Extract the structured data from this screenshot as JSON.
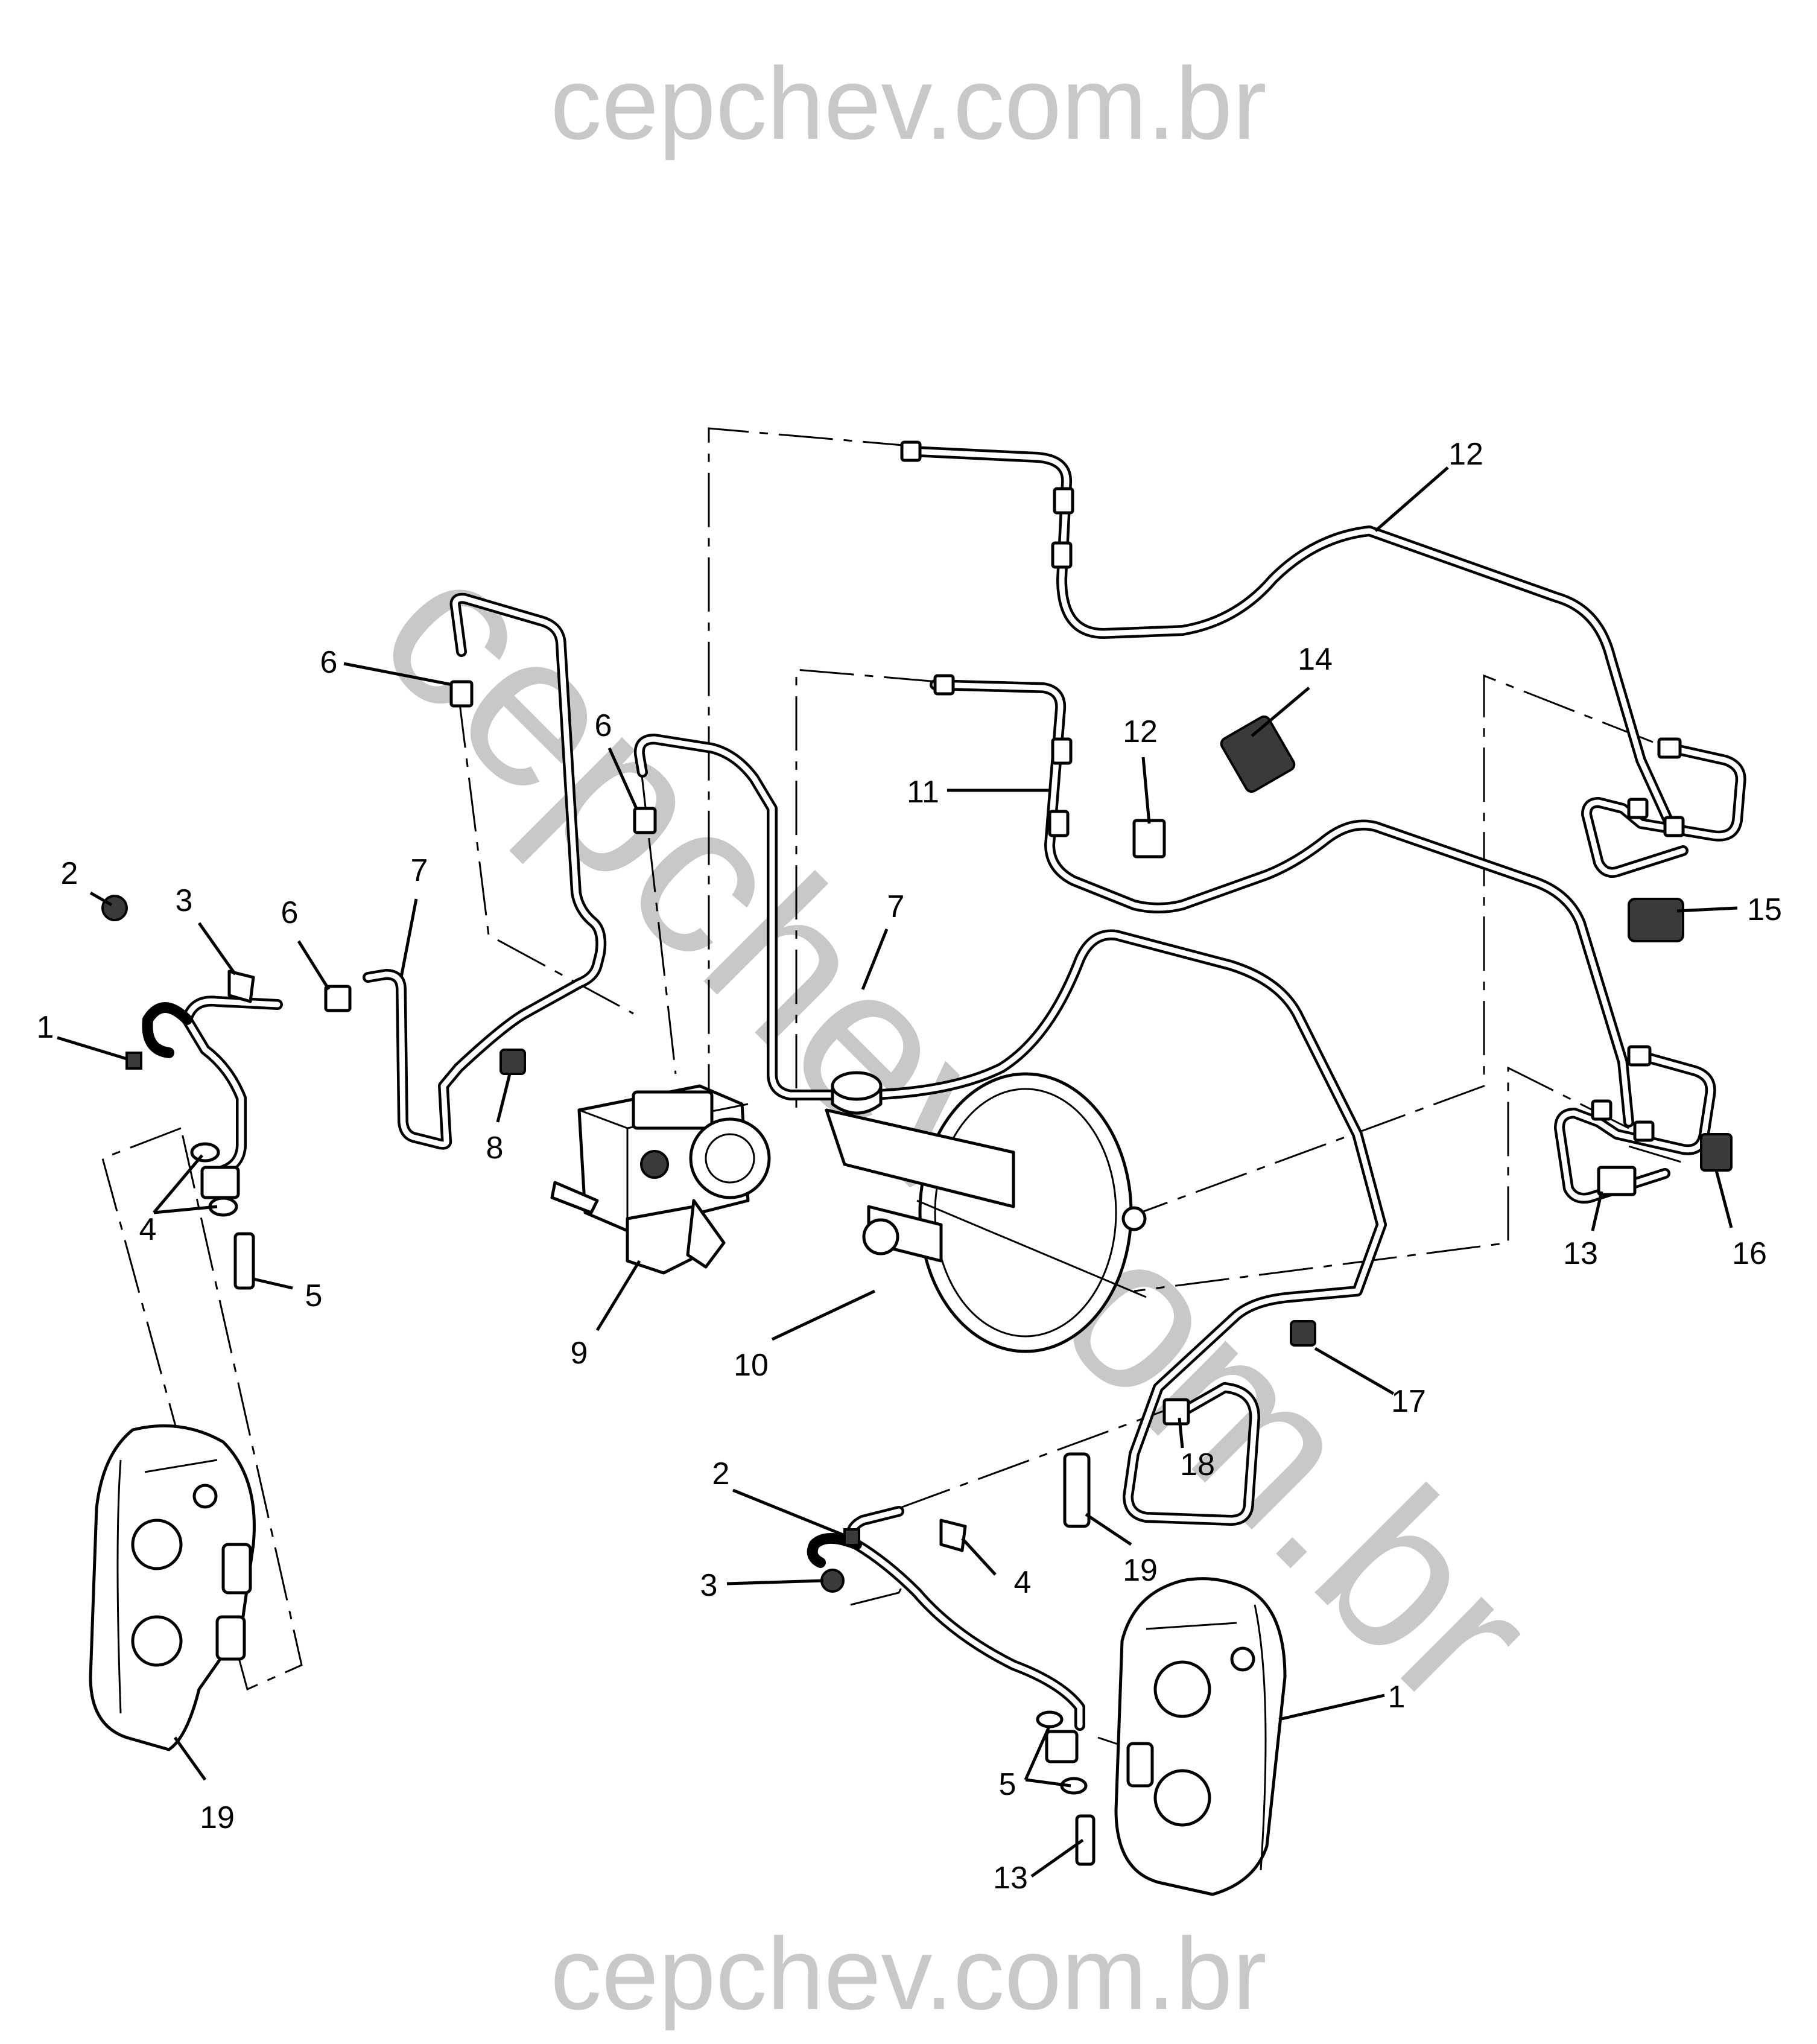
{
  "watermark": {
    "top": "cepchev.com.br",
    "bottom": "cepchev.com.br",
    "diagonal": "cepchev.com.br"
  },
  "callouts": [
    {
      "id": "c1a",
      "label": "1"
    },
    {
      "id": "c2a",
      "label": "2"
    },
    {
      "id": "c3a",
      "label": "3"
    },
    {
      "id": "c4a",
      "label": "4"
    },
    {
      "id": "c5a",
      "label": "5"
    },
    {
      "id": "c6a",
      "label": "6"
    },
    {
      "id": "c6b",
      "label": "6"
    },
    {
      "id": "c6c",
      "label": "6"
    },
    {
      "id": "c7a",
      "label": "7"
    },
    {
      "id": "c7b",
      "label": "7"
    },
    {
      "id": "c8",
      "label": "8"
    },
    {
      "id": "c9",
      "label": "9"
    },
    {
      "id": "c10",
      "label": "10"
    },
    {
      "id": "c11",
      "label": "11"
    },
    {
      "id": "c12a",
      "label": "12"
    },
    {
      "id": "c12b",
      "label": "12"
    },
    {
      "id": "c13a",
      "label": "13"
    },
    {
      "id": "c13b",
      "label": "13"
    },
    {
      "id": "c14",
      "label": "14"
    },
    {
      "id": "c15",
      "label": "15"
    },
    {
      "id": "c16",
      "label": "16"
    },
    {
      "id": "c17",
      "label": "17"
    },
    {
      "id": "c18",
      "label": "18"
    },
    {
      "id": "c19a",
      "label": "19"
    },
    {
      "id": "c19b",
      "label": "19"
    },
    {
      "id": "c1b",
      "label": "1"
    },
    {
      "id": "c2b",
      "label": "2"
    },
    {
      "id": "c3b",
      "label": "3"
    },
    {
      "id": "c4b",
      "label": "4"
    },
    {
      "id": "c5b",
      "label": "5"
    }
  ]
}
